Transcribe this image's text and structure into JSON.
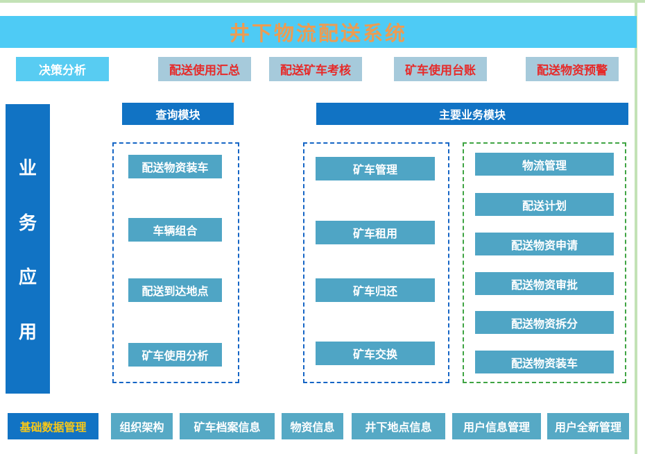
{
  "colors": {
    "banner_bg": "#4ECBF5",
    "title_text": "#EC9C52",
    "accent_dark_blue": "#1173C4",
    "module_teal": "#4FA5C5",
    "report_button_bg": "#A6CADB",
    "alert_red": "#E62A29",
    "highlight_yellow": "#F7C718",
    "frame_green": "#C3E2B6",
    "dashed_border_blue": "#1565C5",
    "dashed_border_green": "#3FA443"
  },
  "banner": {
    "title": "井下物流配送系统"
  },
  "decision_row": {
    "decision_label": "决策分析",
    "report_buttons": [
      "配送使用汇总",
      "配送矿车考核",
      "矿车使用台账",
      "配送物资预警"
    ]
  },
  "section_headers": {
    "query": "查询模块",
    "main": "主要业务模块"
  },
  "vertical_bar": {
    "label": "业务应用",
    "chars": [
      "业",
      "务",
      "应",
      "用"
    ]
  },
  "query_column": {
    "items": [
      "配送物资装车",
      "车辆组合",
      "配送到达地点",
      "矿车使用分析"
    ]
  },
  "minecar_column": {
    "items": [
      "矿车管理",
      "矿车租用",
      "矿车归还",
      "矿车交换"
    ]
  },
  "logistics_column": {
    "items": [
      "物流管理",
      "配送计划",
      "配送物资申请",
      "配送物资审批",
      "配送物资拆分",
      "配送物资装车"
    ]
  },
  "bottom_row": {
    "primary_label": "基础数据管理",
    "buttons": [
      "组织架构",
      "矿车档案信息",
      "物资信息",
      "井下地点信息",
      "用户信息管理",
      "用户全新管理"
    ]
  }
}
